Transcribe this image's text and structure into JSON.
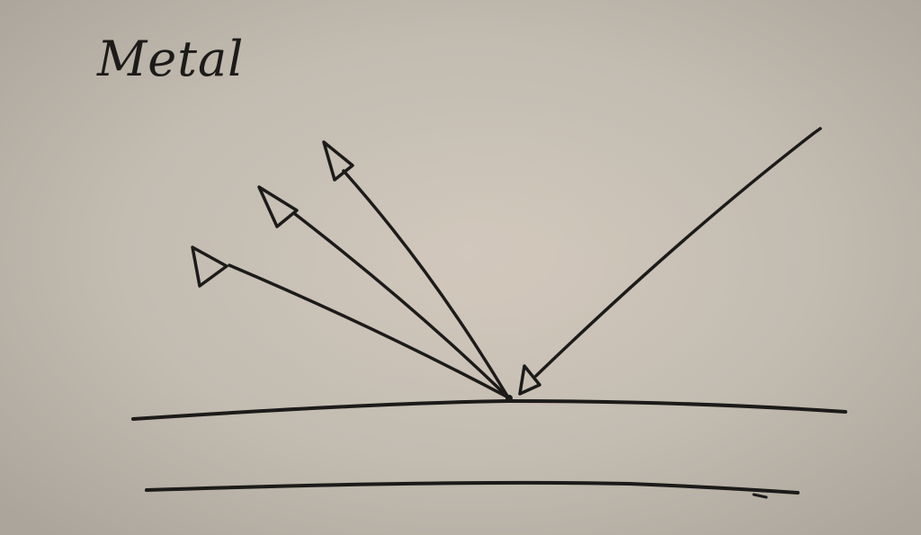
{
  "title": "Metal",
  "colors": {
    "paper": "#c8c1b6",
    "ink": "#1c1b1a"
  },
  "diagram": {
    "surface_lines": 2,
    "incoming_rays": 1,
    "reflected_rays": 3
  }
}
